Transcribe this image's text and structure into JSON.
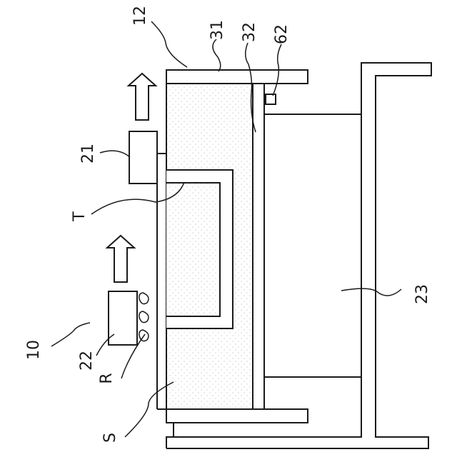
{
  "labels": {
    "ref_10": "10",
    "ref_12": "12",
    "ref_21": "21",
    "ref_22": "22",
    "ref_23": "23",
    "ref_31": "31",
    "ref_32": "32",
    "ref_62": "62",
    "ref_T": "T",
    "ref_R": "R",
    "ref_S": "S"
  },
  "colors": {
    "line": "#1a1a1a",
    "stipple": "#9a9a9a",
    "background": "#ffffff"
  }
}
